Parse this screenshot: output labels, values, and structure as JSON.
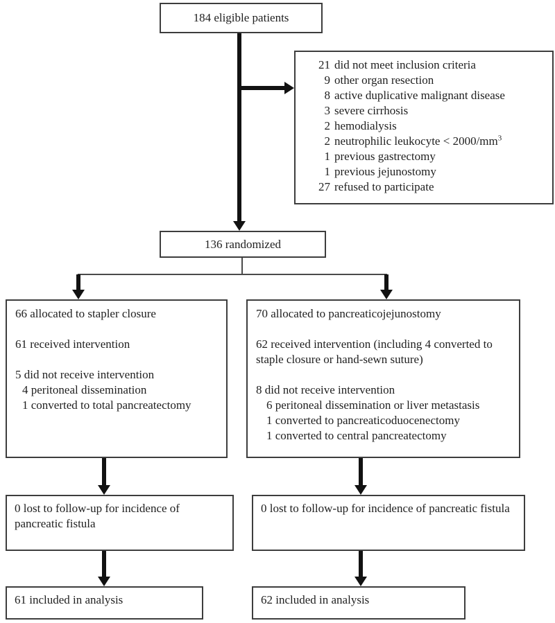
{
  "figure": {
    "type": "consort-flow-diagram",
    "colors": {
      "box_border": "#3d3d3d",
      "text": "#1f1f1f",
      "arrow": "#121212",
      "background": "#ffffff"
    },
    "eligible_box": {
      "label": "184 eligible patients"
    },
    "exclusion_box": {
      "items": [
        {
          "num": "21",
          "text": "did not meet inclusion criteria"
        },
        {
          "num": "9",
          "text": "other organ resection"
        },
        {
          "num": "8",
          "text": "active duplicative malignant disease"
        },
        {
          "num": "3",
          "text": "severe cirrhosis"
        },
        {
          "num": "2",
          "text": "hemodialysis"
        },
        {
          "num": "2",
          "text": "neutrophilic leukocyte < 2000/mm",
          "sup": "3"
        },
        {
          "num": "1",
          "text": "previous gastrectomy"
        },
        {
          "num": "1",
          "text": "previous jejunostomy"
        },
        {
          "num": "27",
          "text": "refused to participate"
        }
      ]
    },
    "randomized_box": {
      "label": "136 randomized"
    },
    "stapler_box": {
      "allocated": "66 allocated to stapler closure",
      "received": "61 received intervention",
      "not_received": "5 did not receive intervention",
      "reasons": [
        "4 peritoneal dissemination",
        "1 converted to total pancreatectomy"
      ]
    },
    "pj_box": {
      "allocated": "70 allocated to pancreaticojejunostomy",
      "received": "62 received intervention (including 4 converted to staple closure or hand-sewn suture)",
      "not_received": "8 did not receive intervention",
      "reasons": [
        "6 peritoneal dissemination or liver metastasis",
        "1 converted to pancreaticoduocenectomy",
        "1 converted to central pancreatectomy"
      ]
    },
    "followup_left_box": {
      "label": "0 lost to follow-up for incidence of pancreatic fistula"
    },
    "followup_right_box": {
      "label": "0 lost to follow-up for incidence of pancreatic fistula"
    },
    "analysis_left_box": {
      "label": "61 included in analysis"
    },
    "analysis_right_box": {
      "label": "62 included in analysis"
    }
  }
}
